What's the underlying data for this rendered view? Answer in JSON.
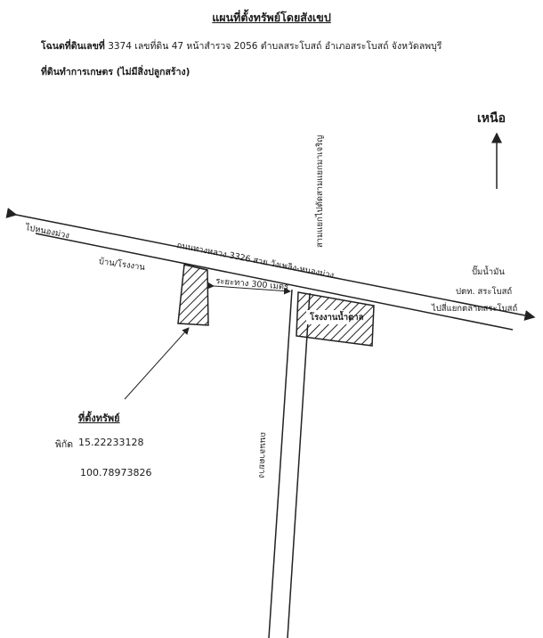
{
  "title": "แผนที่ตั้งทรัพย์โดยสังเขป",
  "header": {
    "line1_prefix": "โฉนดที่ดินเลขที่",
    "line1_rest": "3374 เลขที่ดิน 47  หน้าสำรวจ 2056 ตำบลสระโบสถ์ อำเภอสระโบสถ์ จังหวัดลพบุรี",
    "line2": "ที่ดินทำการเกษตร (ไม่มีสิ่งปลูกสร้าง)"
  },
  "north_label": "เหนือ",
  "labels": {
    "to_nong_muang": "ไปหนองม่วง",
    "main_road": "ถนนทางหลวง 3326 สาย วังเพลิง-หนองม่วง",
    "house_mill": "บ้าน/โรงงาน",
    "distance": "ระยะทาง 300 เมตร",
    "side_road_top": "สามแยกไปตัดสามแยกมาเจริญ",
    "gas_station": "ปั๊มน้ำมัน",
    "ptt": "ปตท. สระโบสถ์",
    "to_market": "ไปสี่แยกตลาดสระโบสถ์",
    "sugar_mill": "โรงงานน้ำตาล",
    "side_road_bottom": "ถนนลาดยาง"
  },
  "property": {
    "title": "ที่ตั้งทรัพย์",
    "coord_label": "พิกัด",
    "lat": "15.22233128",
    "lon": "100.78973826"
  }
}
